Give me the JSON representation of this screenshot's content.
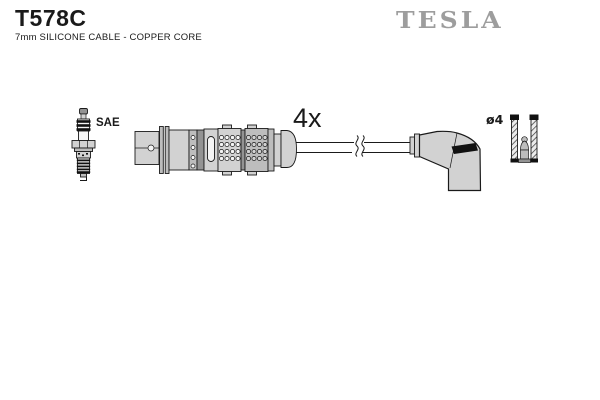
{
  "header": {
    "part_number": "T578C",
    "subtitle": "7mm SILICONE CABLE - COPPER CORE",
    "brand": "TESLA"
  },
  "diagram": {
    "labels": {
      "spark_plug_standard": "SAE",
      "quantity": "4x",
      "terminal_diameter": "ø4"
    }
  },
  "colors": {
    "background": "#ffffff",
    "line": "#1a1a1a",
    "brand_gray": "#9d9d9d",
    "part_light": "#d2d2d2",
    "part_mid": "#bdbdbd",
    "part_dark": "#939393",
    "detail_white": "#f5f5f5",
    "stripe_black": "#111111"
  }
}
